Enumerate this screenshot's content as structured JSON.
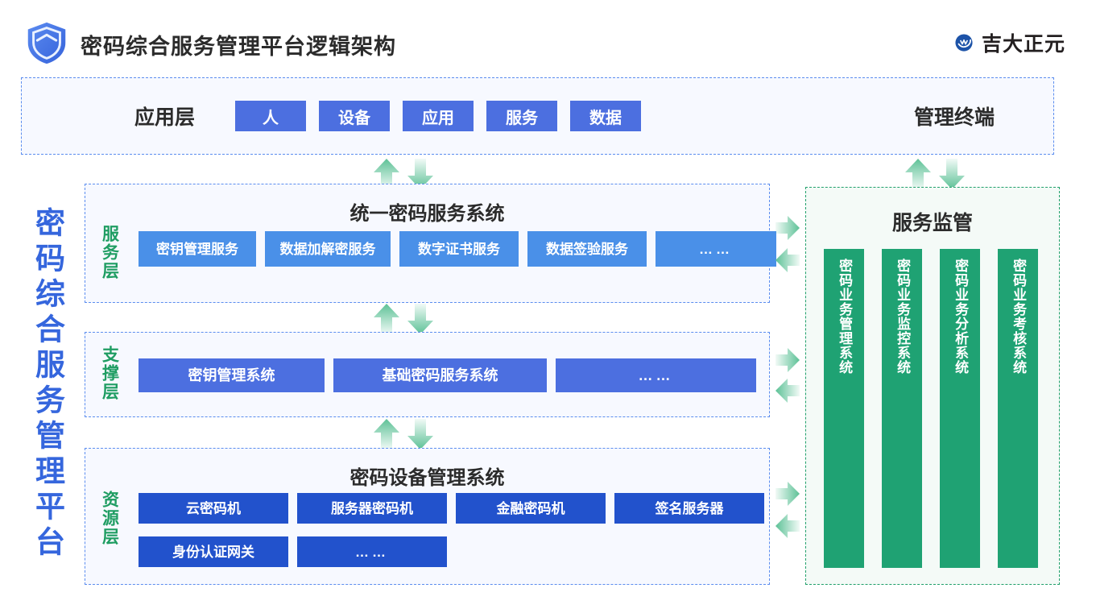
{
  "header": {
    "title": "密码综合服务管理平台逻辑架构",
    "shield_icon": "shield-icon",
    "brand_name": "吉大正元",
    "brand_icon": "brand-swoosh-icon"
  },
  "left_title": "密码综合服务管理平台",
  "app_layer": {
    "label": "应用层",
    "chips": [
      "人",
      "设备",
      "应用",
      "服务",
      "数据"
    ],
    "management_terminal": "管理终端"
  },
  "service_layer": {
    "tag": "服务层",
    "heading": "统一密码服务系统",
    "boxes": [
      "密钥管理服务",
      "数据加解密服务",
      "数字证书服务",
      "数据签验服务",
      "……"
    ]
  },
  "support_layer": {
    "tag": "支撑层",
    "heading": "",
    "boxes": [
      "密钥管理系统",
      "基础密码服务系统",
      "……"
    ]
  },
  "resource_layer": {
    "tag": "资源层",
    "heading": "密码设备管理系统",
    "boxes_row1": [
      "云密码机",
      "服务器密码机",
      "金融密码机",
      "签名服务器"
    ],
    "boxes_row2": [
      "身份认证网关",
      "……"
    ]
  },
  "monitor_panel": {
    "heading": "服务监管",
    "columns": [
      "密码业务管理系统",
      "密码业务监控系统",
      "密码业务分析系统",
      "密码业务考核系统"
    ]
  },
  "colors": {
    "accent_blue": "#4c6fe0",
    "light_blue": "#4a90e8",
    "deep_blue": "#2252cc",
    "green": "#1fa273",
    "arrow_green": "#5cc196",
    "dashed_blue": "#5b8def",
    "dashed_green": "#21a06b",
    "title_blue": "#3566dd"
  }
}
